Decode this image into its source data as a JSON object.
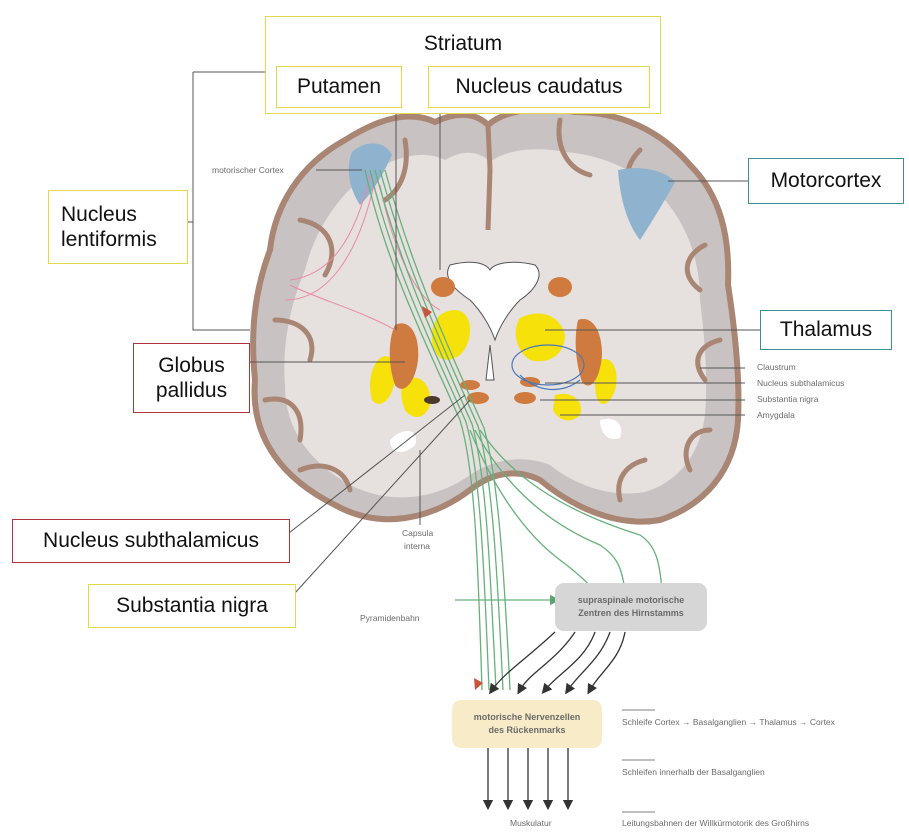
{
  "colors": {
    "brain_tissue": "#c9c2c2",
    "brain_outline": "#a98574",
    "white_matter": "#e6e0df",
    "yellow_nuclei": "#f6e10b",
    "orange_nuclei": "#cf7a3f",
    "motor_cortex_blue": "#8fb3cf",
    "green_pathways": "#66b07a",
    "label_border_yellow": "#e3da4b",
    "label_border_red": "#b0323a",
    "label_border_teal": "#3b8f95",
    "motor_box_fill": "#f8ecc8",
    "brainstem_box_fill": "#d6d6d6"
  },
  "labels": {
    "striatum": "Striatum",
    "putamen": "Putamen",
    "nucleus_caudatus": "Nucleus caudatus",
    "nucleus_lentiformis": "Nucleus lentiformis",
    "motorcortex": "Motorcortex",
    "thalamus": "Thalamus",
    "globus_pallidus": "Globus pallidus",
    "nucleus_subthalamicus": "Nucleus subthalamicus",
    "substantia_nigra": "Substantia nigra"
  },
  "small_labels": {
    "motorischer_cortex": "motorischer Cortex",
    "claustrum": "Claustrum",
    "nucleus_subthalamicus": "Nucleus subthalamicus",
    "substantia_nigra": "Substantia nigra",
    "amygdala": "Amygdala",
    "capsula_interna_line1": "Capsula",
    "capsula_interna_line2": "interna",
    "pyramidenbahn": "Pyramidenbahn",
    "muskulatur": "Muskulatur"
  },
  "boxes": {
    "brainstem_line1": "supraspinale motorische",
    "brainstem_line2": "Zentren des Hirnstamms",
    "motor_neurons_line1": "motorische Nervenzellen",
    "motor_neurons_line2": "des Rückenmarks"
  },
  "legend": [
    {
      "text": "Schleife Cortex → Basalganglien → Thalamus → Cortex"
    },
    {
      "text": "Schleifen innerhalb der Basalganglien"
    },
    {
      "text": "Leitungsbahnen der Willkürmotorik des Großhirns"
    }
  ]
}
